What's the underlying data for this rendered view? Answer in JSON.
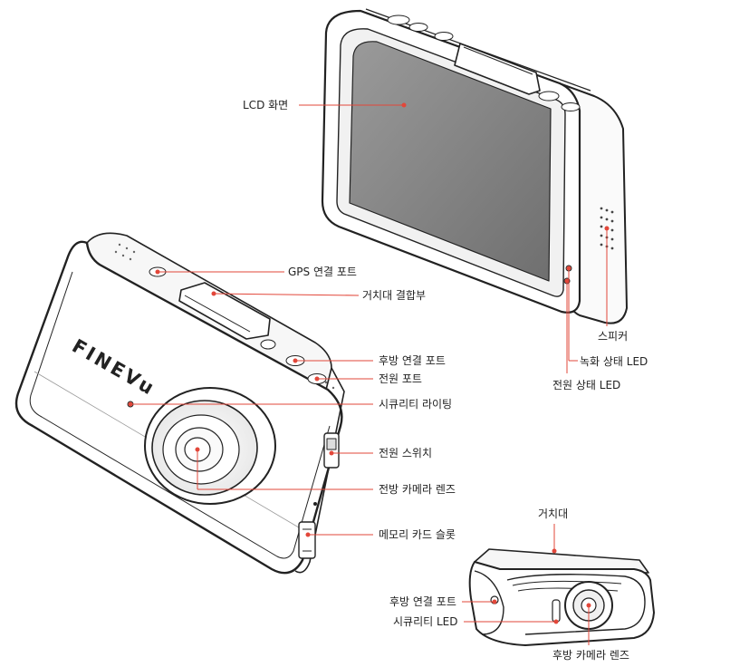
{
  "brand": "FINEVu",
  "accent_color": "#e2473a",
  "labels": {
    "lcd": "LCD 화면",
    "gps_port": "GPS 연결 포트",
    "mount_joint": "거치대 결합부",
    "rear_port": "후방 연결 포트",
    "power_port": "전원 포트",
    "security_light": "시큐리티 라이팅",
    "power_switch": "전원 스위치",
    "front_lens": "전방 카메라 렌즈",
    "memory_slot": "메모리 카드 슬롯",
    "speaker": "스피커",
    "rec_led": "녹화 상태 LED",
    "power_led": "전원 상태 LED",
    "rear_mount": "거치대",
    "rear_cam_port": "후방 연결 포트",
    "rear_security_led": "시큐리티 LED",
    "rear_lens": "후방 카메라 렌즈"
  }
}
